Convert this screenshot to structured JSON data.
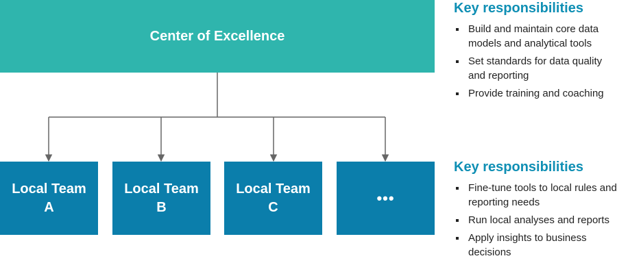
{
  "center": {
    "title": "Center of Excellence"
  },
  "teams": [
    {
      "line1": "Local Team",
      "line2": "A"
    },
    {
      "line1": "Local Team",
      "line2": "B"
    },
    {
      "line1": "Local Team",
      "line2": "C"
    },
    {
      "line1": "•••",
      "line2": ""
    }
  ],
  "center_responsibilities": {
    "heading": "Key responsibilities",
    "items": [
      "Build and maintain core data models and analytical tools",
      "Set standards for data quality and reporting",
      "Provide training and coaching"
    ]
  },
  "local_responsibilities": {
    "heading": "Key responsibilities",
    "items": [
      "Fine-tune tools to local rules and reporting needs",
      "Run local analyses and reports",
      "Apply insights to business decisions"
    ]
  },
  "colors": {
    "center_fill": "#2fb5ad",
    "team_fill": "#0b7eab",
    "heading_text": "#0f8fb4",
    "connector": "#666666"
  }
}
